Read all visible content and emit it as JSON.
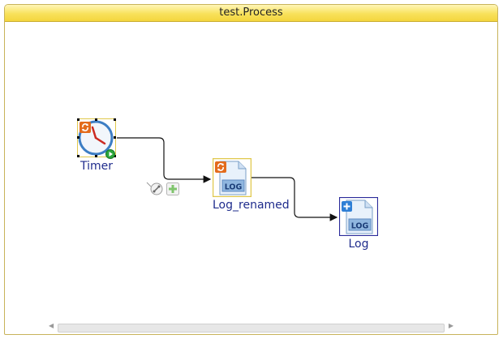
{
  "window": {
    "title": "test.Process"
  },
  "nodes": {
    "timer": {
      "label": "Timer"
    },
    "log_renamed": {
      "label": "Log_renamed",
      "icon_text": "LOG"
    },
    "log": {
      "label": "Log",
      "icon_text": "LOG"
    }
  },
  "icons": [
    "refresh-icon",
    "clock-icon",
    "play-icon",
    "log-document-icon",
    "plus-icon",
    "link-icon",
    "add-icon",
    "scroll-left-icon",
    "scroll-right-icon"
  ],
  "colors": {
    "title_bar": "#f6dc4e",
    "label": "#1f2c8c",
    "selection": "#e8cf52",
    "accent": "#2a2a9a"
  }
}
